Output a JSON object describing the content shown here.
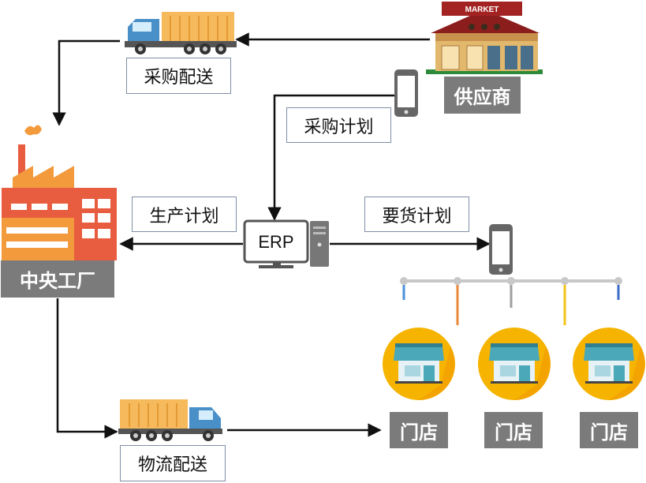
{
  "nodes": {
    "supplier": "供应商",
    "factory": "中央工厂",
    "erp": "ERP",
    "store_1": "门店",
    "store_2": "门店",
    "store_3": "门店"
  },
  "edges": {
    "purchase_delivery": "采购配送",
    "purchase_plan": "采购计划",
    "production_plan": "生产计划",
    "order_plan": "要货计划",
    "logistics_delivery": "物流配送"
  },
  "signs": {
    "market": "MARKET"
  },
  "colors": {
    "truck_cargo": "#f6b95b",
    "truck_cab": "#4a90c8",
    "factory": "#e85c3f",
    "store_circle": "#f6b400",
    "store_awning": "#4aa8b8",
    "label_gray": "#7b7b7b",
    "line_blue": "#4a90d9",
    "line_orange": "#e8883a",
    "line_gray": "#9e9e9e",
    "line_yellow": "#f2c318",
    "line_navy": "#3a6cc8"
  }
}
